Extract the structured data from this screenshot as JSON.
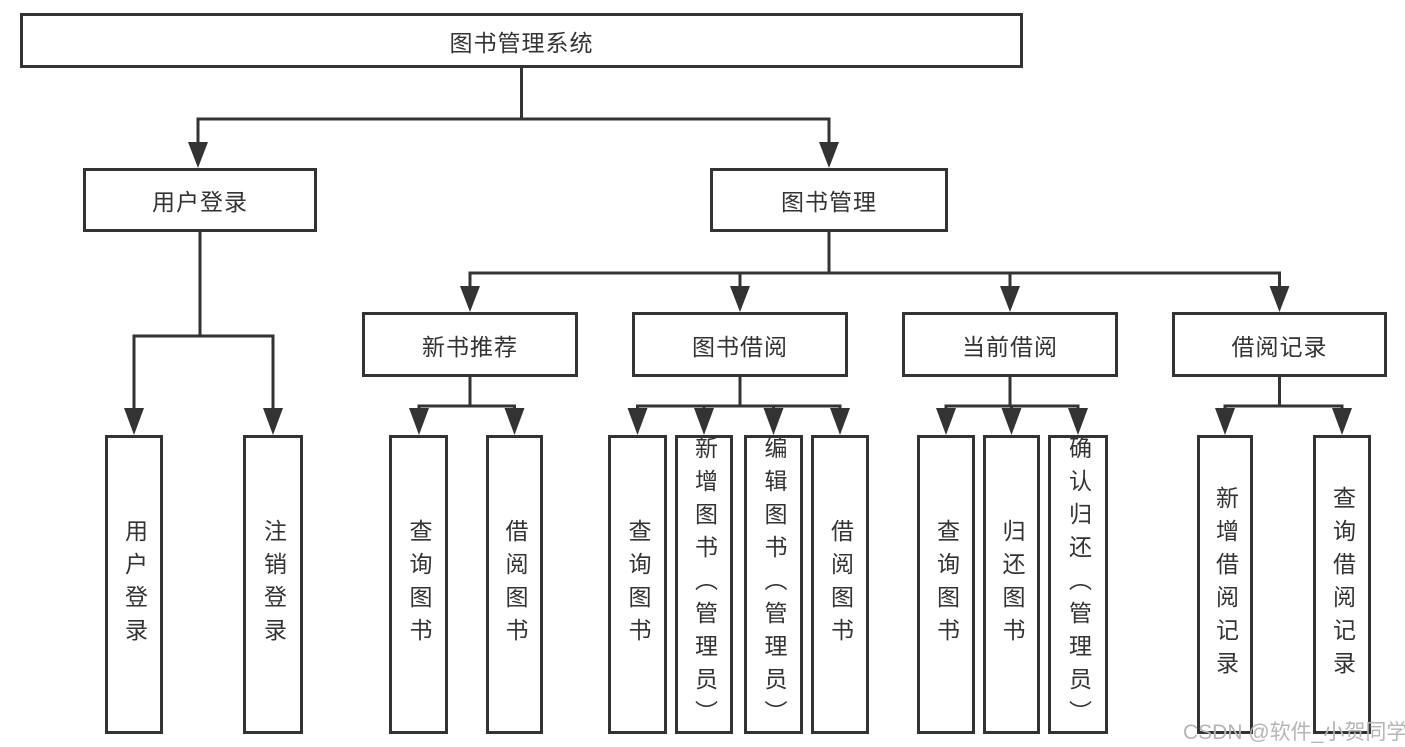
{
  "diagram": {
    "root": "图书管理系统",
    "branches": [
      {
        "label": "用户登录",
        "leaves": [
          "用户登录",
          "注销登录"
        ]
      },
      {
        "label": "图书管理",
        "groups": [
          {
            "label": "新书推荐",
            "leaves": [
              "查询图书",
              "借阅图书"
            ]
          },
          {
            "label": "图书借阅",
            "leaves": [
              "查询图书",
              "新增图书（管理员）",
              "编辑图书（管理员）",
              "借阅图书"
            ]
          },
          {
            "label": "当前借阅",
            "leaves": [
              "查询图书",
              "归还图书",
              "确认归还（管理员）"
            ]
          },
          {
            "label": "借阅记录",
            "leaves": [
              "新增借阅记录",
              "查询借阅记录"
            ]
          }
        ]
      }
    ]
  },
  "watermark": "CSDN @软件_小贺同学",
  "colors": {
    "line": "#333333",
    "text": "#333333",
    "box_background": "#ffffff",
    "watermark": "#b5b5b5",
    "background": "#ffffff"
  }
}
